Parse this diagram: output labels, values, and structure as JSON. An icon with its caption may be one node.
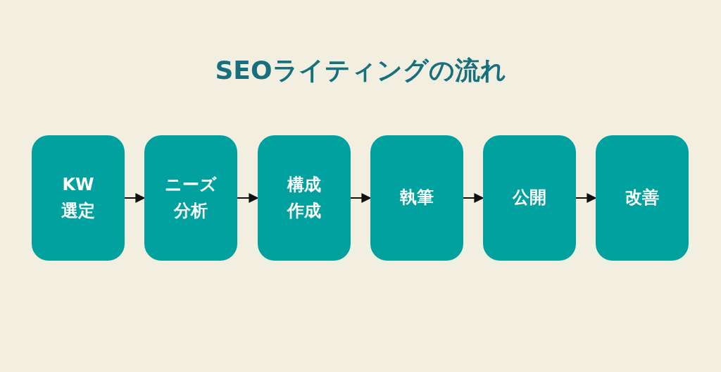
{
  "diagram": {
    "title": "SEOライティングの流れ",
    "nodes": [
      {
        "text": [
          "KW選定"
        ]
      },
      {
        "text": [
          "ニーズ分析"
        ]
      },
      {
        "text": [
          "構成作成"
        ]
      },
      {
        "text": [
          "執筆"
        ]
      },
      {
        "text": [
          "公開"
        ]
      },
      {
        "text": [
          "改善"
        ]
      }
    ],
    "edges": [
      {
        "from": 0,
        "to": 1,
        "arrow": "to"
      },
      {
        "from": 1,
        "to": 2,
        "arrow": "to"
      },
      {
        "from": 2,
        "to": 3,
        "arrow": "to"
      },
      {
        "from": 3,
        "to": 4,
        "arrow": "to"
      },
      {
        "from": 4,
        "to": 5,
        "arrow": "to"
      }
    ]
  }
}
